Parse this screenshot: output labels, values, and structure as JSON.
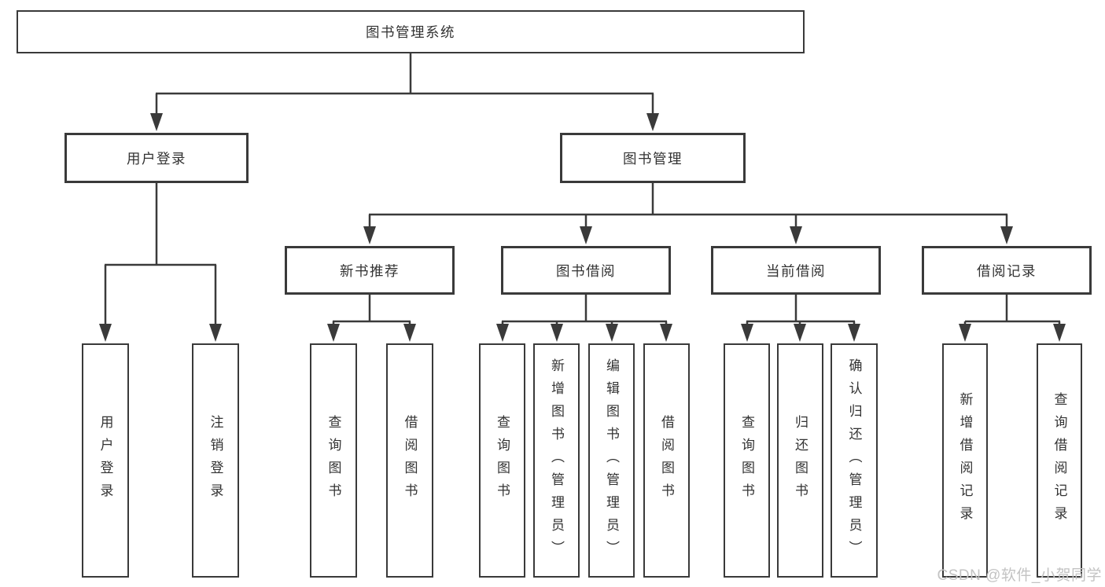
{
  "colors": {
    "line": "#3a3a3a",
    "text": "#333333",
    "box-bg": "#ffffff",
    "watermark": "#c3c3c3",
    "background": "#ffffff"
  },
  "watermark": {
    "text": "CSDN @软件_小贺同学"
  },
  "tree": {
    "root": {
      "label": "图书管理系统",
      "children": [
        {
          "label": "用户登录",
          "children": [
            {
              "label": "用户登录"
            },
            {
              "label": "注销登录"
            }
          ]
        },
        {
          "label": "图书管理",
          "children": [
            {
              "label": "新书推荐",
              "children": [
                {
                  "label": "查询图书"
                },
                {
                  "label": "借阅图书"
                }
              ]
            },
            {
              "label": "图书借阅",
              "children": [
                {
                  "label": "查询图书"
                },
                {
                  "label": "新增图书（管理员）"
                },
                {
                  "label": "编辑图书（管理员）"
                },
                {
                  "label": "借阅图书"
                }
              ]
            },
            {
              "label": "当前借阅",
              "children": [
                {
                  "label": "查询图书"
                },
                {
                  "label": "归还图书"
                },
                {
                  "label": "确认归还（管理员）"
                }
              ]
            },
            {
              "label": "借阅记录",
              "children": [
                {
                  "label": "新增借阅记录"
                },
                {
                  "label": "查询借阅记录"
                }
              ]
            }
          ]
        }
      ]
    }
  }
}
